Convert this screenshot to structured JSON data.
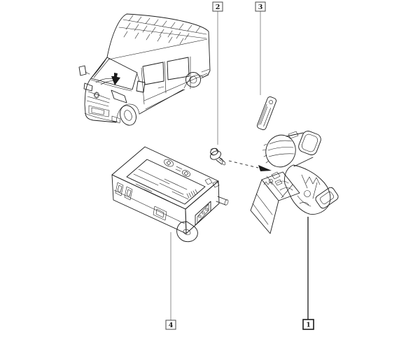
{
  "diagram": {
    "background_color": "#ffffff",
    "line_color": "#1b1b1b",
    "leader_line_color": "#8f8f8f",
    "callouts": [
      {
        "label": "1"
      },
      {
        "label": "2"
      },
      {
        "label": "3"
      },
      {
        "label": "4"
      }
    ]
  }
}
